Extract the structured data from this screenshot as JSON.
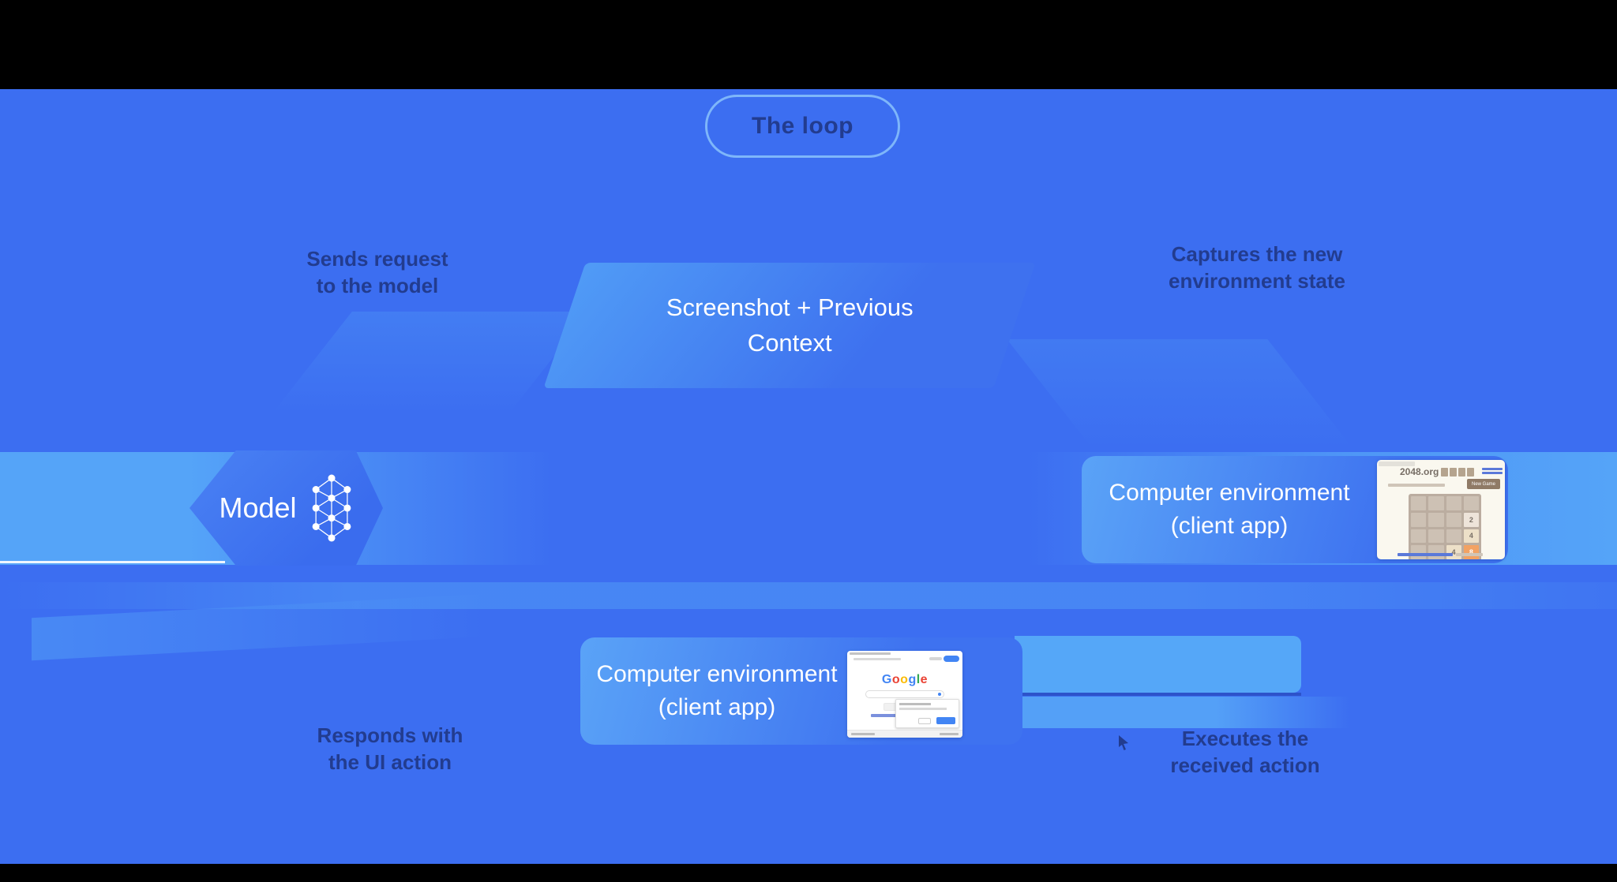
{
  "badge": {
    "label": "The loop"
  },
  "context_node": {
    "line1": "Screenshot + Previous",
    "line2": "Context"
  },
  "model_node": {
    "label": "Model"
  },
  "env_right": {
    "line1": "Computer environment",
    "line2": "(client app)"
  },
  "env_bottom": {
    "line1": "Computer environment",
    "line2": "(client app)"
  },
  "arrow_labels": {
    "send_request": {
      "line1": "Sends request",
      "line2": "to the model"
    },
    "respond_action": {
      "line1": "Responds with",
      "line2": "the UI action"
    },
    "execute_action": {
      "line1": "Executes the",
      "line2": "received action"
    },
    "capture_state": {
      "line1": "Captures the new",
      "line2": "environment state"
    }
  },
  "mini_2048": {
    "site": "2048.org",
    "new_game_label": "New Game",
    "tiles": [
      "2",
      "4",
      "4",
      "8"
    ]
  },
  "mini_google": {
    "letters": [
      "G",
      "o",
      "o",
      "g",
      "l",
      "e"
    ]
  },
  "colors": {
    "background": "#3C6EF1",
    "loop_band": "#55A4F8",
    "label_text": "#223C8F",
    "node_gradient_start": "#58A2F7",
    "node_gradient_end": "#3B6DEF",
    "top_bottom_bars": "#000000",
    "google_blue": "#4285F4",
    "google_red": "#EA4335",
    "google_yellow": "#FBBC05",
    "google_green": "#34A853",
    "grid_bg": "#BBADA0",
    "tile_2_bg": "#EEE4DA",
    "tile_4_bg": "#EDE0C8",
    "tile_8_bg": "#F2A263"
  }
}
